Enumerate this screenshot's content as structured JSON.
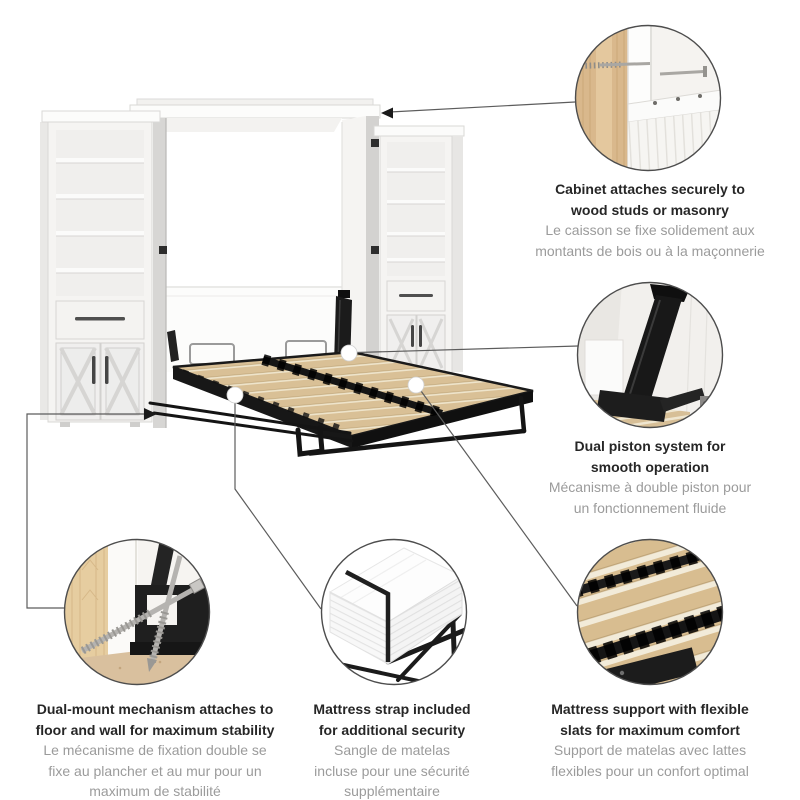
{
  "palette": {
    "heading_text": "#262626",
    "subtitle_text": "#9b9b9b",
    "connector_line": "#5c5c5c",
    "circle_border": "#4d4d4d",
    "frame_black": "#171717",
    "slat_wood": "#d9c198",
    "stud_wood": "#dcba8e",
    "cabinet_white": "#f5f4f2"
  },
  "callouts": [
    {
      "id": "cabinet-attachment",
      "en": [
        "Cabinet attaches securely to",
        "wood studs or masonry"
      ],
      "fr": [
        "Le caisson se fixe solidement aux",
        "montants de bois ou à la maçonnerie"
      ]
    },
    {
      "id": "dual-piston",
      "en": [
        "Dual piston system for",
        "smooth operation"
      ],
      "fr": [
        "Mécanisme à double piston pour",
        "un fonctionnement fluide"
      ]
    },
    {
      "id": "mattress-support",
      "en": [
        "Mattress support with flexible",
        "slats for maximum comfort"
      ],
      "fr": [
        "Support de matelas avec lattes",
        "flexibles pour un confort optimal"
      ]
    },
    {
      "id": "dual-mount",
      "en": [
        "Dual-mount mechanism attaches to",
        "floor and wall for maximum stability"
      ],
      "fr": [
        "Le mécanisme de fixation double se",
        "fixe au plancher et au mur pour un",
        "maximum de stabilité"
      ]
    },
    {
      "id": "mattress-strap",
      "en": [
        "Mattress strap included",
        "for additional security"
      ],
      "fr": [
        "Sangle de matelas",
        "incluse pour une sécurité",
        "supplémentaire"
      ]
    }
  ]
}
